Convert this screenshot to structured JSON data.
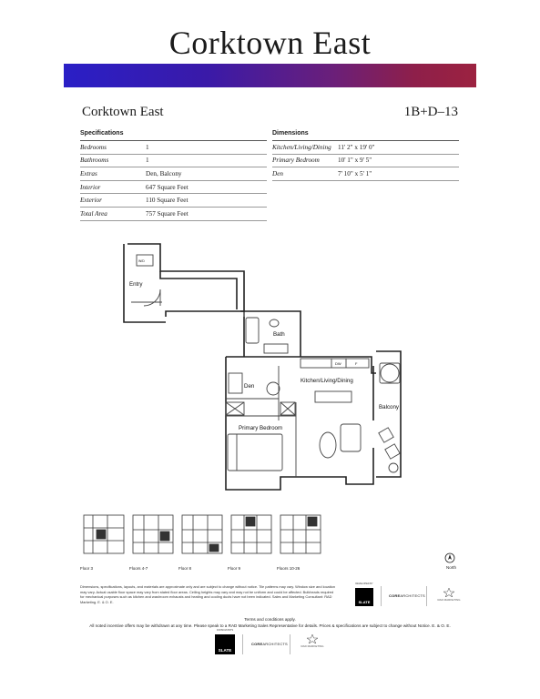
{
  "brand": {
    "title": "Corktown East"
  },
  "unit": {
    "name": "Corktown East",
    "code": "1B+D–13"
  },
  "specifications": {
    "heading": "Specifications",
    "rows": [
      {
        "label": "Bedrooms",
        "value": "1"
      },
      {
        "label": "Bathrooms",
        "value": "1"
      },
      {
        "label": "Extras",
        "value": "Den, Balcony"
      },
      {
        "label": "Interior",
        "value": "647 Square Feet"
      },
      {
        "label": "Exterior",
        "value": "110 Square Feet"
      },
      {
        "label": "Total Area",
        "value": "757 Square Feet"
      }
    ]
  },
  "dimensions": {
    "heading": "Dimensions",
    "rows": [
      {
        "label": "Kitchen/Living/Dining",
        "value": "11' 2\" x 19' 0\""
      },
      {
        "label": "Primary Bedroom",
        "value": "10' 1\" x 9' 5\""
      },
      {
        "label": "Den",
        "value": "7' 10\" x 5' 1\""
      }
    ]
  },
  "floorplan": {
    "room_labels": {
      "entry": "Entry",
      "wd": "W/D",
      "bath": "Bath",
      "den": "Den",
      "kitchen": "Kitchen/Living/Dining",
      "bedroom": "Primary Bedroom",
      "balcony": "Balcony",
      "dw": "DW",
      "fridge": "F"
    }
  },
  "key_plans": {
    "labels": [
      "Floor 3",
      "Floors 4-7",
      "Floor 8",
      "Floor 9",
      "Floors 10-26"
    ],
    "north_label": "North"
  },
  "disclaimer": "Dimensions, specifications, layouts, and materials are approximate only and are subject to change without notice. Tile patterns may vary. Window size and location may vary. Actual usable floor space may vary from stated floor areas. Ceiling heights may vary and may not be uniform and could be affected. Bulkheads required for mechanical purposes such as kitchen and washroom exhausts and heating and cooling ducts have not been indicated. Sales and Marketing Consultant: RAD Marketing. E. & O. E.",
  "logos": {
    "slate_small": "SLATE",
    "slate_tagline": "DEVELOPED BY",
    "core": "CORE",
    "core_suffix": "ARCHITECTS",
    "rad": "RAD MARKETING",
    "slate_tagline_bottom": "CONSULTANTS"
  },
  "terms": {
    "line1": "Terms and conditions apply.",
    "line2": "All noted incentive offers may be withdrawn at any time. Please speak to a RAD Marketing Sales Representative for details. Prices & specifications are subject to change without Notice. E. & O. E."
  }
}
